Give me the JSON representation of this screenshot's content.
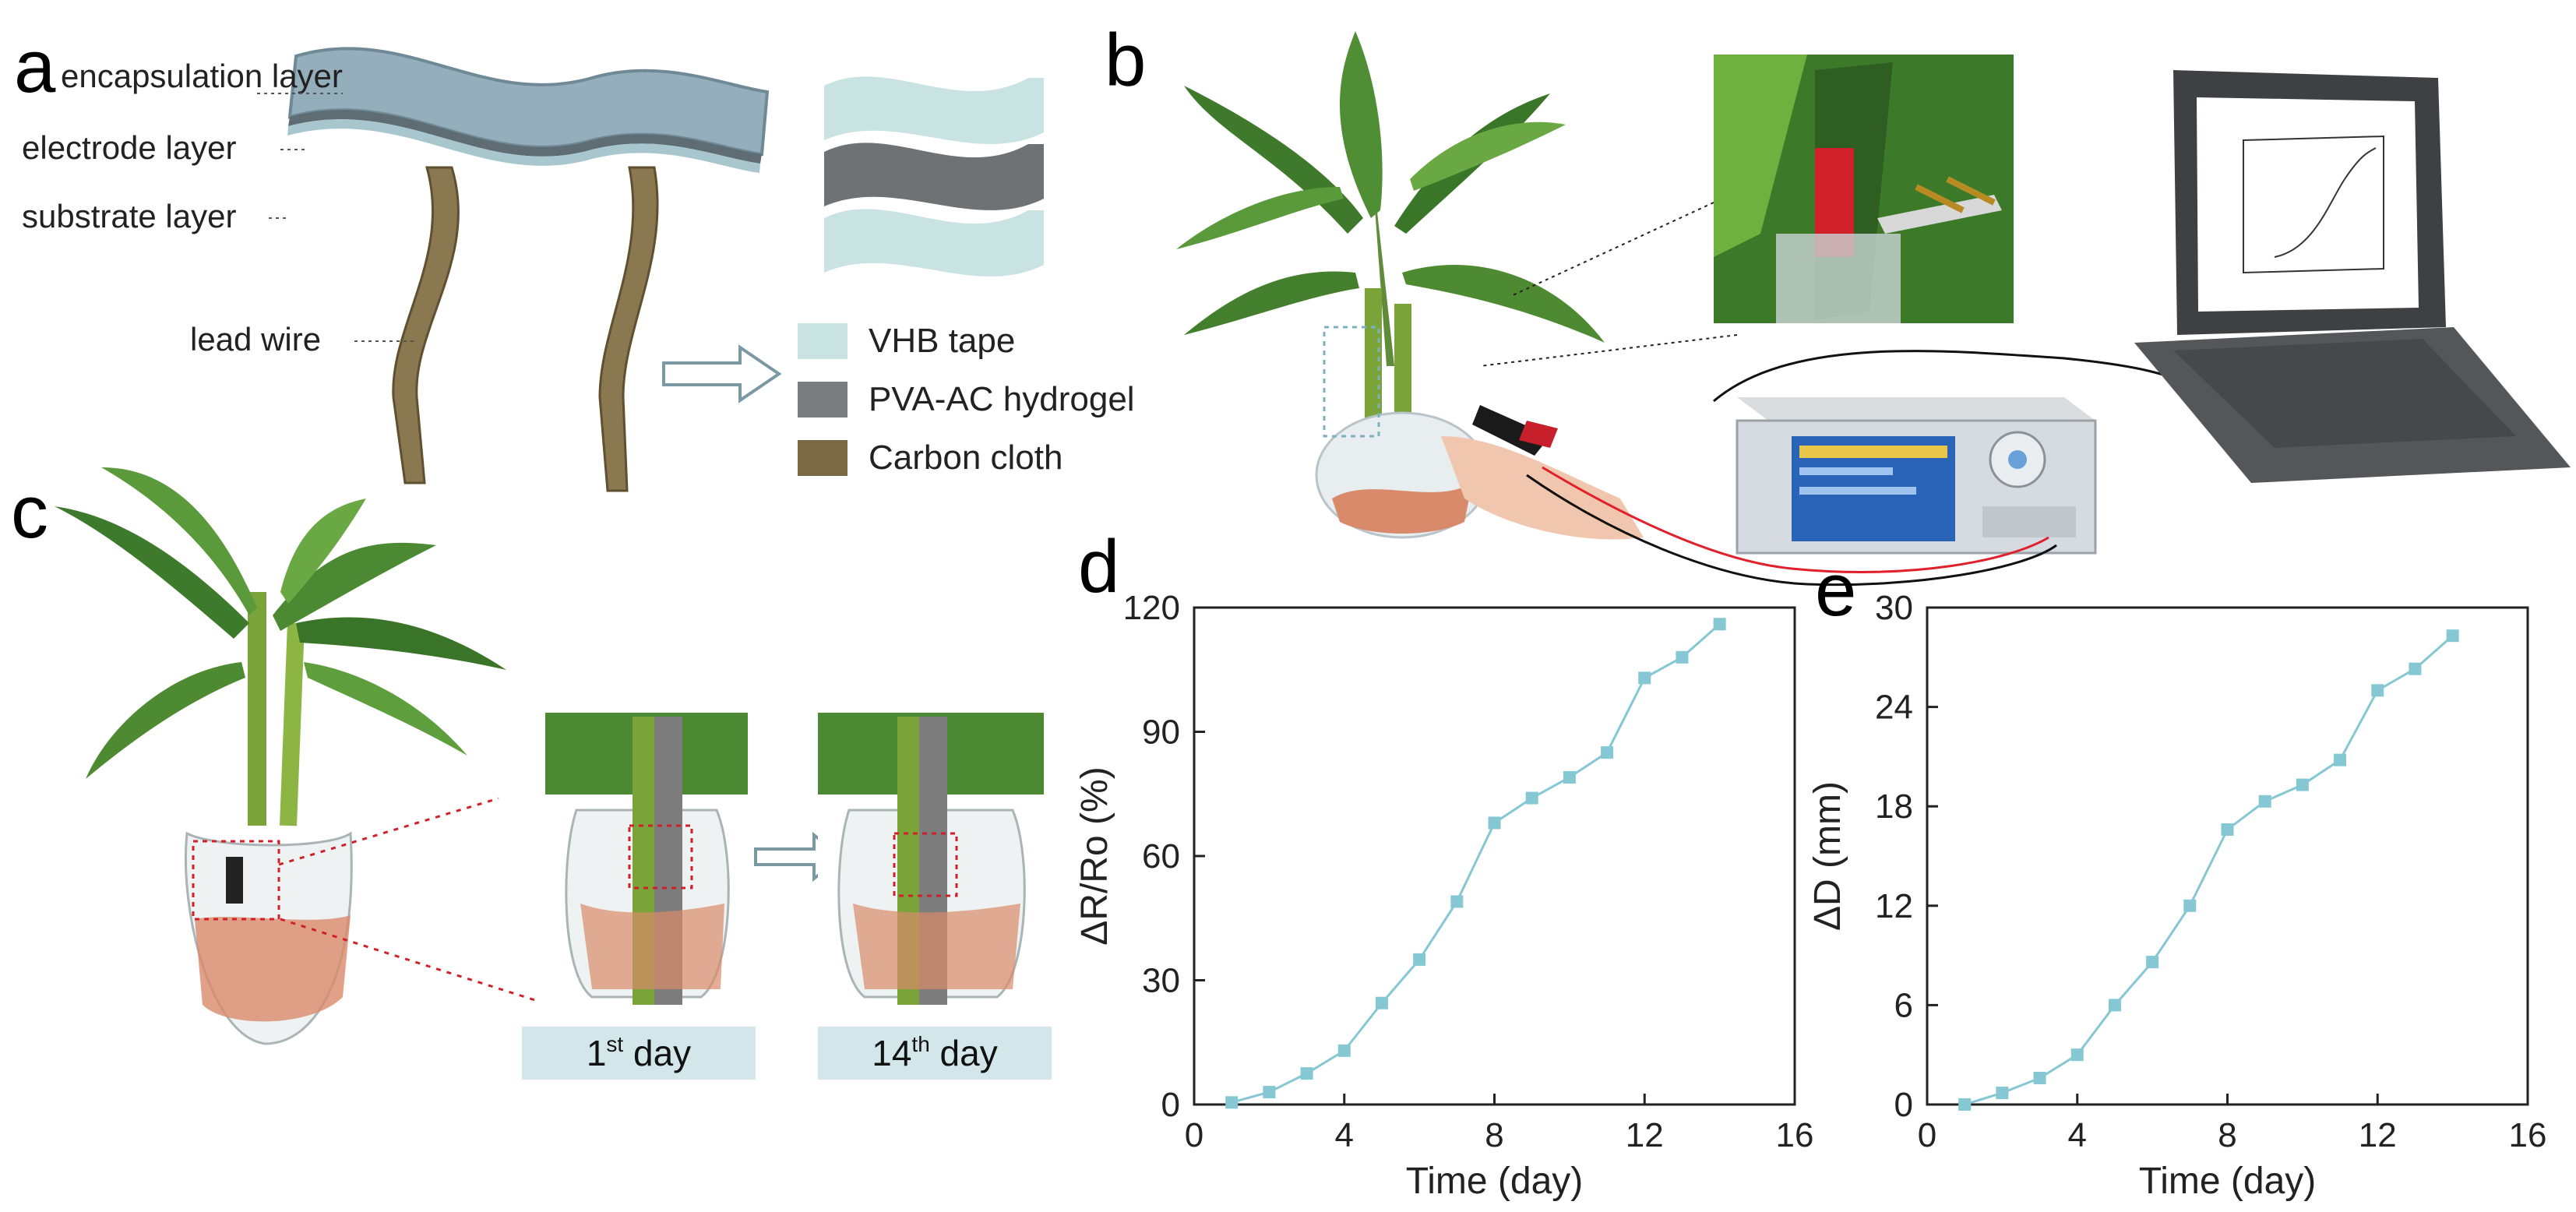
{
  "panel_letters": {
    "a": "a",
    "b": "b",
    "c": "c",
    "d": "d",
    "e": "e"
  },
  "panel_a": {
    "layers": [
      "encapsulation layer",
      "electrode layer",
      "substrate layer"
    ],
    "lead_label": "lead wire",
    "legend": [
      {
        "label": "VHB tape",
        "color": "#c9e3e3"
      },
      {
        "label": "PVA-AC hydrogel",
        "color": "#7b7d80"
      },
      {
        "label": "Carbon cloth",
        "color": "#7c6a45"
      }
    ]
  },
  "panel_c": {
    "day1": {
      "num": "1",
      "sup": "st",
      "word": " day"
    },
    "day14": {
      "num": "14",
      "sup": "th",
      "word": " day"
    }
  },
  "colors": {
    "series": "#85c7d3",
    "axis": "#222222",
    "label_box": "#d3e7ea"
  },
  "chart_data": [
    {
      "panel": "d",
      "type": "line",
      "xlabel": "Time (day)",
      "ylabel": "ΔR/Ro (%)",
      "xlim": [
        0,
        16
      ],
      "ylim": [
        0,
        120
      ],
      "xticks": [
        0,
        4,
        8,
        12,
        16
      ],
      "yticks": [
        0,
        30,
        60,
        90,
        120
      ],
      "x": [
        1,
        2,
        3,
        4,
        5,
        6,
        7,
        8,
        9,
        10,
        11,
        12,
        13,
        14
      ],
      "series": [
        {
          "values": [
            0.5,
            3,
            7.5,
            13,
            24.5,
            35,
            49,
            68,
            74,
            79,
            85,
            103,
            108,
            116
          ]
        }
      ]
    },
    {
      "panel": "e",
      "type": "line",
      "xlabel": "Time (day)",
      "ylabel": "ΔD (mm)",
      "xlim": [
        0,
        16
      ],
      "ylim": [
        0,
        30
      ],
      "xticks": [
        0,
        4,
        8,
        12,
        16
      ],
      "yticks": [
        0,
        6,
        12,
        18,
        24,
        30
      ],
      "x": [
        1,
        2,
        3,
        4,
        5,
        6,
        7,
        8,
        9,
        10,
        11,
        12,
        13,
        14
      ],
      "series": [
        {
          "values": [
            0,
            0.7,
            1.6,
            3,
            6,
            8.6,
            12,
            16.6,
            18.3,
            19.3,
            20.8,
            25,
            26.3,
            28.3
          ]
        }
      ]
    }
  ]
}
